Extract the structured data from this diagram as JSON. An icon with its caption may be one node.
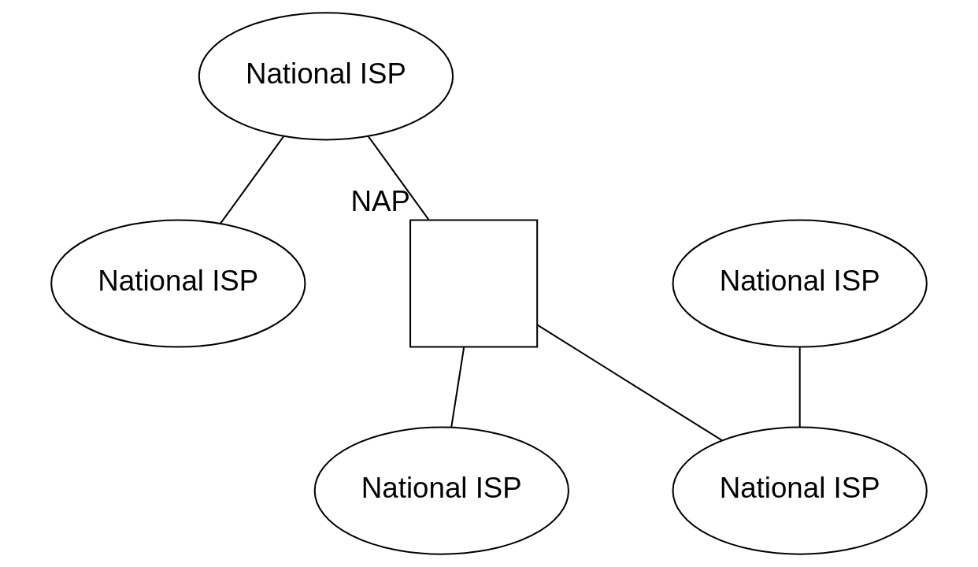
{
  "diagram": {
    "nodes": [
      {
        "text": [
          "National ISP"
        ]
      },
      {
        "text": [
          "National ISP"
        ]
      },
      {
        "text": [],
        "shape": "box",
        "beside": [
          "NAP"
        ]
      },
      {
        "text": [
          "National ISP"
        ]
      },
      {
        "text": [
          "National ISP"
        ]
      },
      {
        "text": [
          "National ISP"
        ]
      }
    ],
    "edges": [
      {
        "from": 0,
        "to": 1,
        "arrow": "none"
      },
      {
        "from": 0,
        "to": 2,
        "arrow": "none"
      },
      {
        "from": 2,
        "to": 4,
        "arrow": "none"
      },
      {
        "from": 2,
        "to": 5,
        "arrow": "none"
      },
      {
        "from": 3,
        "to": 5,
        "arrow": "none"
      }
    ]
  }
}
